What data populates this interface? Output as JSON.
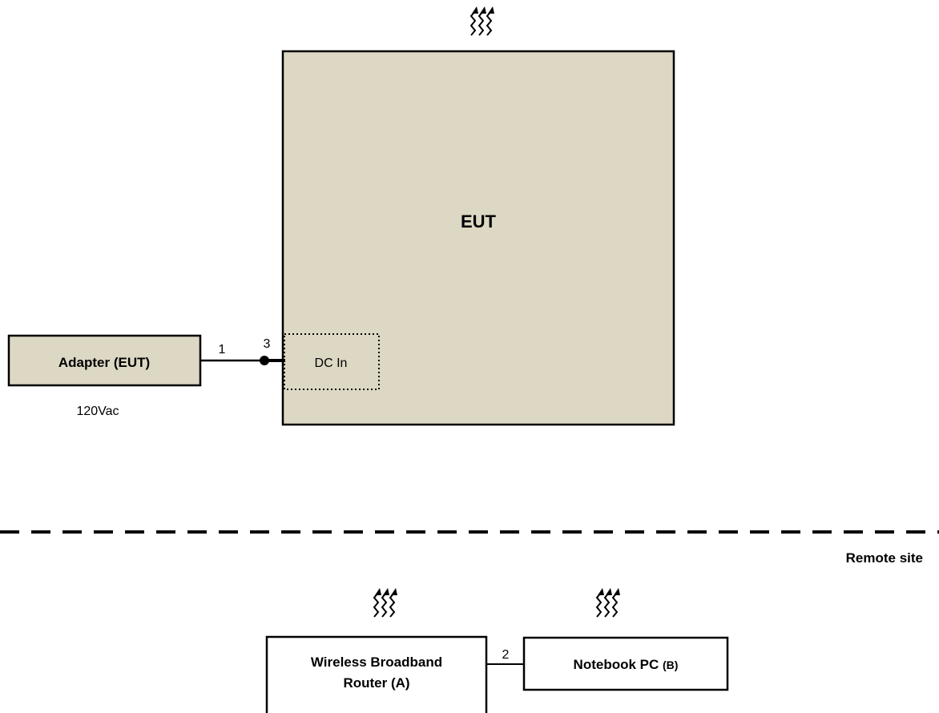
{
  "eut": {
    "label": "EUT",
    "fill": "#ddd8c4"
  },
  "dc_in": {
    "label": "DC In"
  },
  "adapter": {
    "label": "Adapter (EUT)",
    "supply": "120Vac",
    "fill": "#ddd8c4"
  },
  "cables": {
    "adapter_to_eut": "1",
    "router_to_notebook": "2",
    "dc_port": "3"
  },
  "remote": {
    "label": "Remote site"
  },
  "router": {
    "line1": "Wireless Broadband",
    "line2": "Router (A)"
  },
  "notebook": {
    "label": "Notebook PC",
    "suffix": "(B)"
  },
  "icons": {
    "wireless": "wireless-emission-icon"
  },
  "colors": {
    "stroke": "#000000",
    "box_fill": "#ddd8c4"
  }
}
